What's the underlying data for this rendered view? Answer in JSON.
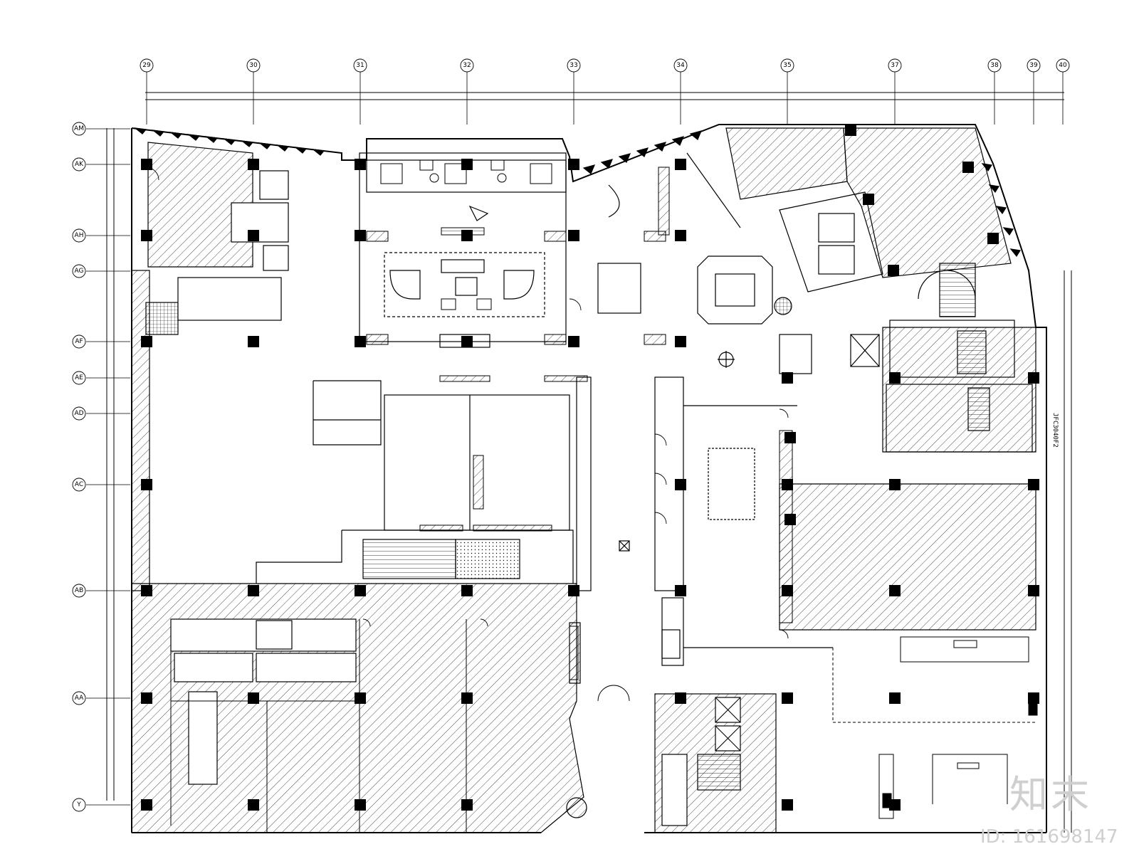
{
  "drawing": {
    "column_grid": [
      "29",
      "30",
      "31",
      "32",
      "33",
      "34",
      "35",
      "37",
      "38",
      "39",
      "40"
    ],
    "row_grid": [
      "AM",
      "AK",
      "AH",
      "AG",
      "AF",
      "AE",
      "AD",
      "AC",
      "AB",
      "AA",
      "Y"
    ],
    "side_tag": "JFC3040F2"
  },
  "watermark": {
    "brand": "知末",
    "id": "ID: 161698147"
  },
  "colors": {
    "line": "#000000",
    "hatch": "#000000",
    "background": "#ffffff",
    "watermark": "#cfcfcf"
  }
}
